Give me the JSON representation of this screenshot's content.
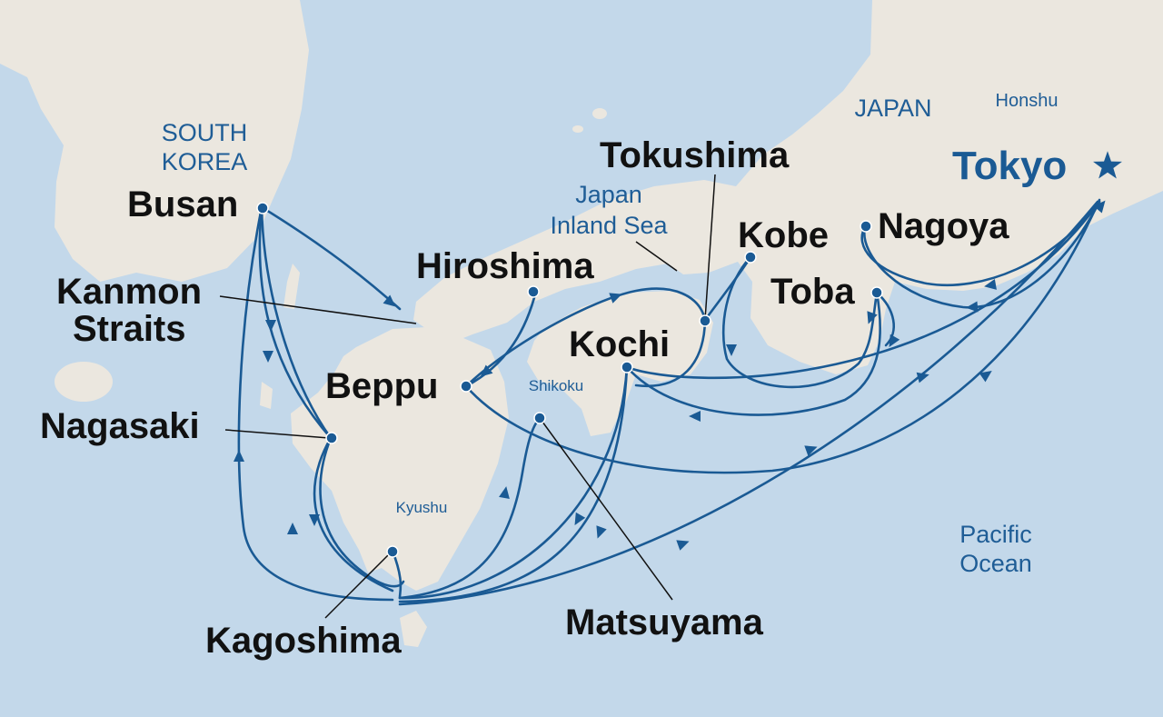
{
  "colors": {
    "sea": "#c3d8ea",
    "land": "#ebe7df",
    "route": "#1a5a94",
    "region_label": "#1f5d96",
    "port_label": "#111111"
  },
  "regions": {
    "south_korea_line1": "SOUTH",
    "south_korea_line2": "KOREA",
    "japan": "JAPAN",
    "honshu": "Honshu",
    "inland_sea_line1": "Japan",
    "inland_sea_line2": "Inland Sea",
    "shikoku": "Shikoku",
    "kyushu": "Kyushu",
    "pacific_line1": "Pacific",
    "pacific_line2": "Ocean"
  },
  "ports": {
    "tokyo": "Tokyo",
    "nagoya": "Nagoya",
    "toba": "Toba",
    "kobe": "Kobe",
    "tokushima": "Tokushima",
    "hiroshima": "Hiroshima",
    "kochi": "Kochi",
    "beppu": "Beppu",
    "busan": "Busan",
    "kanmon_line1": "Kanmon",
    "kanmon_line2": "Straits",
    "nagasaki": "Nagasaki",
    "kagoshima": "Kagoshima",
    "matsuyama": "Matsuyama"
  },
  "icons": {
    "homeport": "star-icon",
    "port": "port-dot-icon",
    "direction": "arrowhead-icon"
  }
}
